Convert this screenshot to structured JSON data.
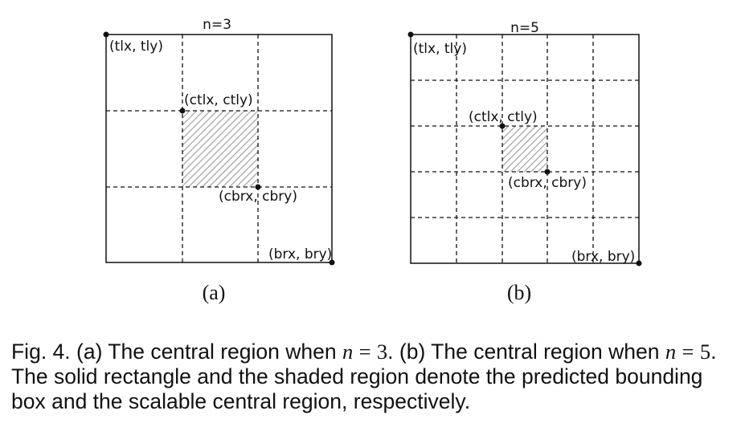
{
  "panel_a": {
    "title": "n=3",
    "n": 3,
    "tl_label": "(tlx, tly)",
    "ctl_label": "(ctlx, ctly)",
    "cbr_label": "(cbrx, cbry)",
    "br_label": "(brx, bry)",
    "sublabel": "(a)"
  },
  "panel_b": {
    "title": "n=5",
    "n": 5,
    "tl_label": "(tlx, tly)",
    "ctl_label": "(ctlx, ctly)",
    "cbr_label": "(cbrx, cbry)",
    "br_label": "(brx, bry)",
    "sublabel": "(b)"
  },
  "caption": {
    "fig": "Fig. 4.",
    "part1": "(a) The central region when",
    "var_n": "n",
    "eq": "=",
    "val_3": "3",
    "part2": ". (b) The central region when",
    "val_5": "5",
    "part3": ". The solid rectangle and the shaded region denote the predicted bounding box and the scalable central region, respectively."
  },
  "colors": {
    "ink": "#111111",
    "hatch": "#9a9a9a"
  }
}
